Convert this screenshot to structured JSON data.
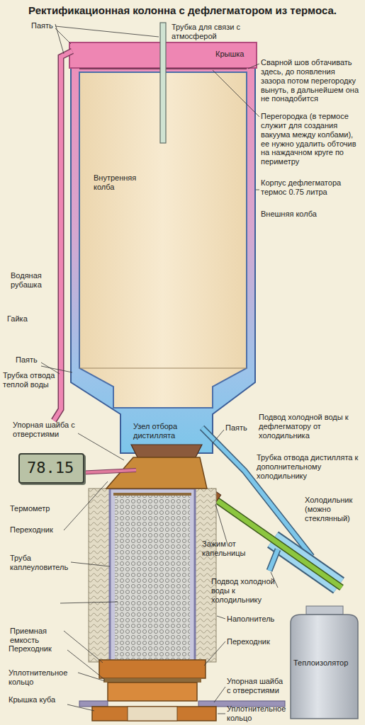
{
  "diagram": {
    "title": "Ректификационная колонна с дефлегматором из термоса.",
    "nodes": [
      {
        "text": [
          "78.15"
        ]
      }
    ],
    "labels": [
      "Паять",
      "Трубка для связи с атмосферой",
      "Крышка",
      "Сварной шов обтачивать здесь, до появления зазора потом перегородку вынуть, в дальнейшем она не понадобится",
      "Перегородка (в термосе служит для создания вакуума между колбами), ее нужно удалить обточив на наждачном круге по периметру",
      "Внутренняя колба",
      "Корпус дефлегматора термос 0.75 литра",
      "Внешняя колба",
      "Водяная рубашка",
      "Паять",
      "Трубка отвода теплой воды",
      "Узел отбора дистиллята",
      "Паять",
      "Подвод холодной воды к дефлегматору от холодильника",
      "Упорная шайба с отверстиями",
      "Трубка отвода дистиллята к дополнительному холодильнику",
      "Термометр",
      "Переходник",
      "Зажим от капельницы",
      "Холодильник (можно стеклянный)",
      "Труба каплеуловитель",
      "Подвод холодной воды к холодильнику",
      "Наполнитель",
      "Теплоизолятор",
      "Приемная емкость",
      "Переходник",
      "Переходник",
      "Уплотнительное кольцо",
      "Упорная шайба с отверстиями",
      "Крышка куба",
      "Уплотнительное кольцо",
      "Гайка"
    ]
  }
}
